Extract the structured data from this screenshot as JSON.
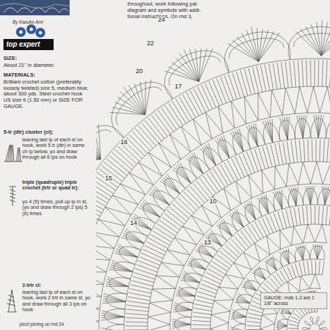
{
  "diagram": {
    "nodes": [
      {
        "text": [
          "top expert"
        ]
      },
      {
        "text": [
          "GAUGE: rnds 1-2 are 1 1/8\" across"
        ]
      }
    ],
    "labels": [
      "throughout, work following pat",
      "diagram and symbols with addi-",
      "tional instructions. On rnd 3,",
      "By Kazuko Ami",
      "SIZE:",
      "About 21\" in diameter.",
      "MATERIALS:",
      "Brilliant crochet cotton (preferably loosely twisted) size 5, medium blue, about 300 yds. Steel crochet hook US size 6 (1.50 mm) or SIZE FOR GAUGE.",
      "5-tr (dtr) cluster (cl):",
      "leaving last lp of each st on hook, work 5 tr (dtr) in same ch lp below, yo and draw through all 6 lps on hook",
      "triple (quadruple) triple crochet (trtr or quad tr):",
      "yo 4 (5) times, pull up lp in st, (yo and draw through 2 lps) 5 (6) times",
      "2-trtr cl:",
      "leaving last lp of each st on hook, work 2 trtr in same st, yo and draw through all 3 lps on hook",
      "picot joining on rnd 24",
      "24",
      "22",
      "20",
      "17",
      "16",
      "15",
      "14",
      "13",
      "10"
    ]
  }
}
